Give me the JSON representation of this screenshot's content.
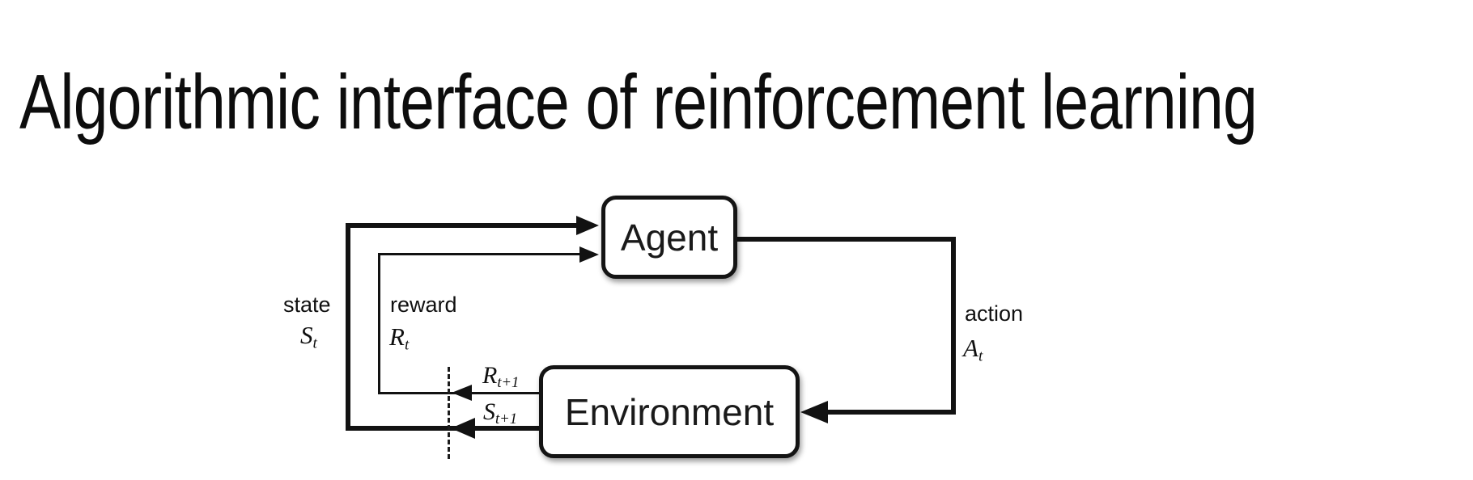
{
  "title": "Algorithmic interface of reinforcement learning",
  "diagram": {
    "nodes": {
      "agent": {
        "label": "Agent"
      },
      "environment": {
        "label": "Environment"
      }
    },
    "signals": {
      "state": {
        "label": "state",
        "symbol": "S",
        "subscript": "t"
      },
      "reward": {
        "label": "reward",
        "symbol": "R",
        "subscript": "t"
      },
      "action": {
        "label": "action",
        "symbol": "A",
        "subscript": "t"
      },
      "next_reward": {
        "symbol": "R",
        "subscript": "t+1"
      },
      "next_state": {
        "symbol": "S",
        "subscript": "t+1"
      }
    },
    "colors": {
      "background": "#ffffff",
      "line": "#121212",
      "box_border": "#141414",
      "box_fill": "#ffffff",
      "text": "#111111"
    }
  }
}
